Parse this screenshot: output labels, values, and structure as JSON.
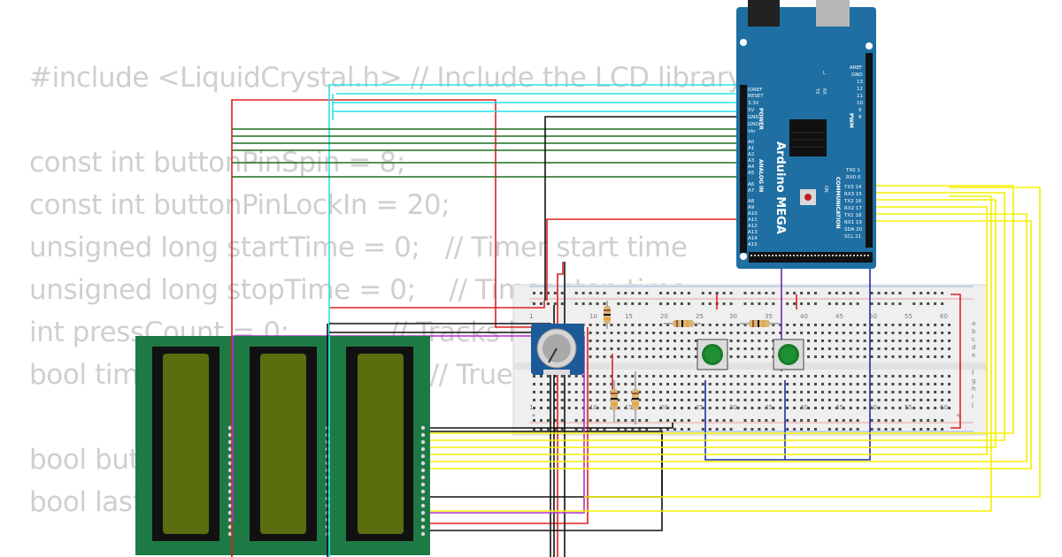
{
  "code": {
    "lines": [
      "#include <LiquidCrystal.h> // Include the LCD library",
      "",
      "const int buttonPinSpin = 8;",
      "const int buttonPinLockIn = 20;",
      "unsigned long startTime = 0;   // Timer start time",
      "unsigned long stopTime = 0;    // Timer stop time",
      "int pressCount = 0;            // Tracks button",
      "bool timerRunning = false;     // True while",
      "",
      "bool buttonState",
      "bool lastButtonState"
    ]
  },
  "arduino": {
    "brand": "Arduino MEGA",
    "power_labels": [
      "IOREF",
      "RESET",
      "3.3V",
      "5V",
      "GND",
      "GND",
      "Vin"
    ],
    "power_header": "POWER",
    "analog_header": "ANALOG IN",
    "analog_labels": [
      "A0",
      "A1",
      "A2",
      "A3",
      "A4",
      "A5",
      "A6",
      "A7",
      "A8",
      "A9",
      "A10",
      "A11",
      "A12",
      "A13",
      "A14",
      "A15"
    ],
    "pwm_header": "PWM",
    "pwm_labels": [
      "AREF",
      "GND",
      "13",
      "12",
      "11",
      "10",
      "9",
      "8"
    ],
    "comm_header": "COMMUNICATION",
    "comm_labels": [
      "TX0 1",
      "RX0 0",
      "TX3 14",
      "RX3 15",
      "TX2 16",
      "RX2 17",
      "TX1 18",
      "RX1 19",
      "SDA 20",
      "SCL 21"
    ],
    "tx_label": "TX",
    "rx_label": "RX",
    "l_label": "L",
    "on_label": "ON"
  },
  "breadboard": {
    "top_numbers": [
      "1",
      "10",
      "15",
      "20",
      "25",
      "30",
      "35",
      "40",
      "45",
      "50",
      "55",
      "60"
    ],
    "bottom_numbers": [
      "1",
      "10",
      "15",
      "20",
      "25",
      "30",
      "35",
      "40",
      "45",
      "50",
      "55",
      "60"
    ],
    "row_letters_top": [
      "a",
      "b",
      "c",
      "d",
      "e"
    ],
    "row_letters_bottom": [
      "f",
      "g",
      "h",
      "i",
      "j"
    ],
    "plus": "+",
    "minus": "-"
  },
  "colors": {
    "mega_blue": "#1f6fa3",
    "lcd_green": "#1e7a45",
    "lcd_screen": "#5a6e10",
    "wire_red": "#e02020",
    "wire_cyan": "#27e3e8",
    "wire_green": "#1f6d1f",
    "wire_yellow": "#f4f000",
    "wire_purple": "#b033c8",
    "wire_black": "#111111",
    "wire_blue": "#1b2fa8"
  }
}
